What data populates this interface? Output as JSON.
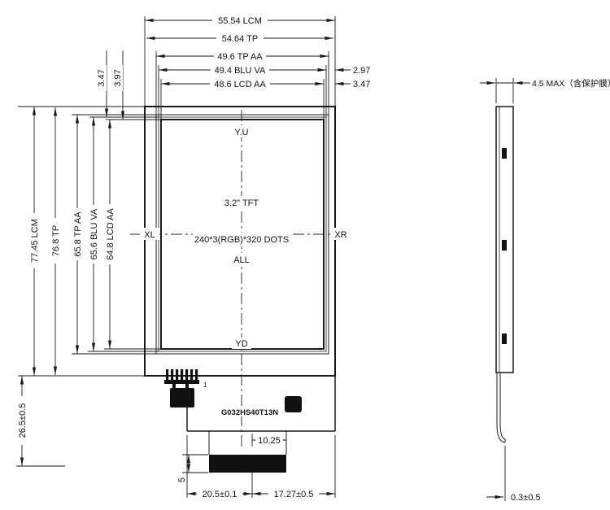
{
  "front": {
    "dims_top": [
      "55.54 LCM",
      "54.64 TP",
      "49.6 TP AA",
      "49.4 BLU VA",
      "48.6 LCD AA"
    ],
    "dims_right": [
      "2.97",
      "3.47"
    ],
    "dims_top_left": [
      "3.47",
      "3.97"
    ],
    "dims_left": [
      "77.45 LCM",
      "76.8 TP",
      "65.8 TP AA",
      "65.6 BLU VA",
      "64.8 LCD AA"
    ],
    "dim_tail_height": "26.5±0.5",
    "dims_bottom": {
      "fpc_offset": "10.25",
      "left": "20.5±0.1",
      "right": "17.27±0.5",
      "stiffener_height": "5"
    },
    "screen": {
      "top": "Y.U",
      "bottom": "YD",
      "left": "XL",
      "right": "XR",
      "size": "3.2\" TFT",
      "resolution": "240*3(RGB)*320 DOTS",
      "all": "ALL"
    },
    "part_number": "G032HS40T13N",
    "pin_label": "1"
  },
  "side": {
    "dim_thickness": "4.5 MAX（含保护膜）",
    "dim_fpc_thickness": "0.3±0.5"
  }
}
